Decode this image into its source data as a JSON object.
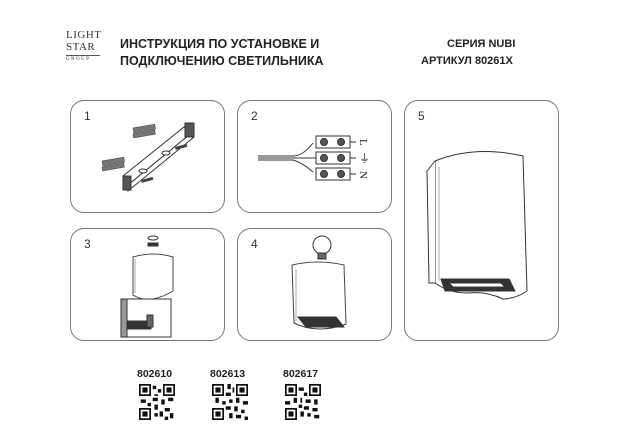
{
  "logo": {
    "line1": "LIGHT",
    "line2": "STAR",
    "line3": "GROUP"
  },
  "header": {
    "title_line1": "ИНСТРУКЦИЯ ПО УСТАНОВКЕ И",
    "title_line2": "ПОДКЛЮЧЕНИЮ СВЕТИЛЬНИКА",
    "series": "СЕРИЯ NUBI",
    "article": "АРТИКУЛ 80261X"
  },
  "steps": [
    {
      "number": "1"
    },
    {
      "number": "2",
      "terminal_labels": [
        "L",
        "⏚",
        "N"
      ]
    },
    {
      "number": "3"
    },
    {
      "number": "4"
    },
    {
      "number": "5"
    }
  ],
  "qr_codes": [
    {
      "article": "802610",
      "icon": "qr-code-icon"
    },
    {
      "article": "802613",
      "icon": "qr-code-icon"
    },
    {
      "article": "802617",
      "icon": "qr-code-icon"
    }
  ]
}
